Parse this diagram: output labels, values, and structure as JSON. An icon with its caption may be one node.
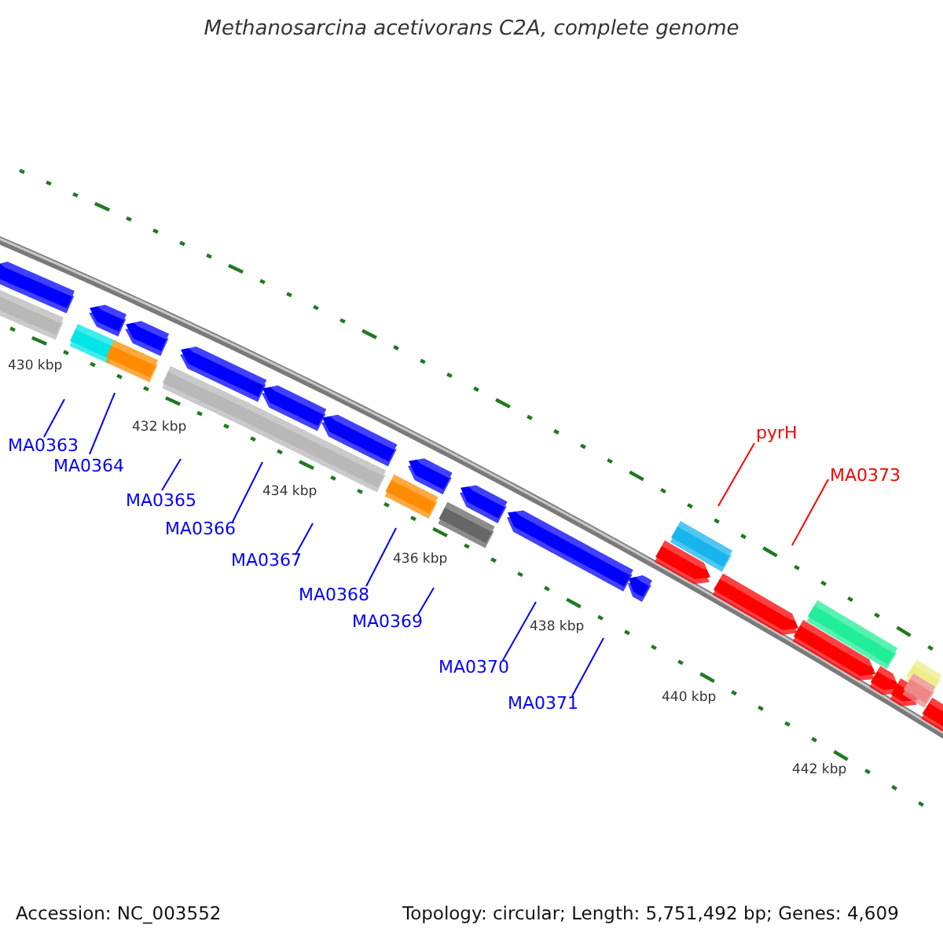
{
  "diagram": {
    "title": "Methanosarcina acetivorans C2A, complete genome",
    "nodes": [
      {
        "text": [
          "MA0363"
        ]
      },
      {
        "text": [
          "MA0364"
        ]
      },
      {
        "text": [
          "MA0365"
        ]
      },
      {
        "text": [
          "MA0366"
        ]
      },
      {
        "text": [
          "MA0367"
        ]
      },
      {
        "text": [
          "MA0368"
        ]
      },
      {
        "text": [
          "MA0369"
        ]
      },
      {
        "text": [
          "MA0370"
        ]
      },
      {
        "text": [
          "MA0371"
        ]
      },
      {
        "text": [
          "pyrH"
        ]
      },
      {
        "text": [
          "MA0373"
        ]
      }
    ],
    "edges": [
      {
        "from": 0,
        "to": null,
        "arrow": "none"
      },
      {
        "from": 1,
        "to": null,
        "arrow": "none"
      },
      {
        "from": 2,
        "to": null,
        "arrow": "none"
      },
      {
        "from": 3,
        "to": null,
        "arrow": "none"
      },
      {
        "from": 4,
        "to": null,
        "arrow": "none"
      },
      {
        "from": 5,
        "to": null,
        "arrow": "none"
      },
      {
        "from": 6,
        "to": null,
        "arrow": "none"
      },
      {
        "from": 7,
        "to": null,
        "arrow": "none"
      },
      {
        "from": 8,
        "to": null,
        "arrow": "none"
      },
      {
        "from": 9,
        "to": null,
        "arrow": "none",
        "color": "#ff0000"
      },
      {
        "from": 10,
        "to": null,
        "arrow": "none",
        "color": "#ff0000"
      }
    ],
    "labels": [
      "430 kbp",
      "432 kbp",
      "434 kbp",
      "436 kbp",
      "438 kbp",
      "440 kbp",
      "442 kbp",
      "Accession: NC_003552",
      "Topology: circular; Length: 5,751,492 bp; Genes: 4,609"
    ]
  }
}
